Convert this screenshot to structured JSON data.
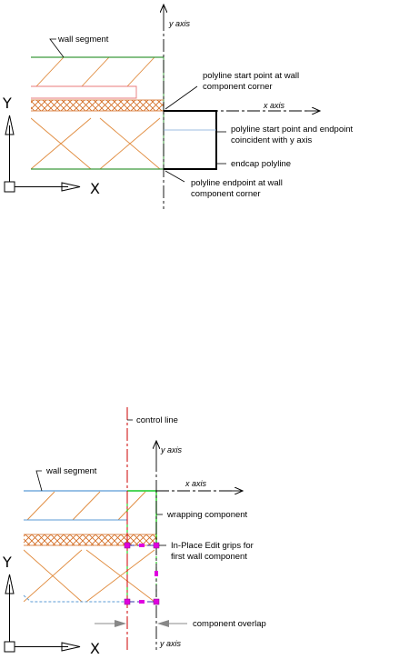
{
  "diagram1": {
    "labels": {
      "wall_segment": "wall segment",
      "y_axis": "y axis",
      "x_axis": "x axis",
      "start_point_l1": "polyline start point at wall",
      "start_point_l2": "component corner",
      "coincident_l1": "polyline start point and endpoint",
      "coincident_l2": "coincident with y axis",
      "endcap": "endcap polyline",
      "endpoint_l1": "polyline endpoint at wall",
      "endpoint_l2": "component corner"
    },
    "ucs": {
      "y": "Y",
      "x": "X"
    }
  },
  "diagram2": {
    "labels": {
      "control_line": "control line",
      "y_axis_top": "y axis",
      "wall_segment": "wall segment",
      "x_axis": "x axis",
      "wrapping": "wrapping component",
      "grips_l1": "In-Place Edit grips for",
      "grips_l2": "first wall component",
      "overlap": "component overlap",
      "y_axis_bottom": "y axis"
    },
    "ucs": {
      "y": "Y",
      "x": "X"
    }
  },
  "colors": {
    "wall_green": "#3c9a3c",
    "hatch_orange": "#e08a3c",
    "cross_hatch": "#d2691e",
    "pink_band": "#e87878",
    "blue_line": "#5b9bd5",
    "bright_green": "#00cc00",
    "grip_magenta": "#e000e0",
    "control_red": "#cc0000"
  }
}
